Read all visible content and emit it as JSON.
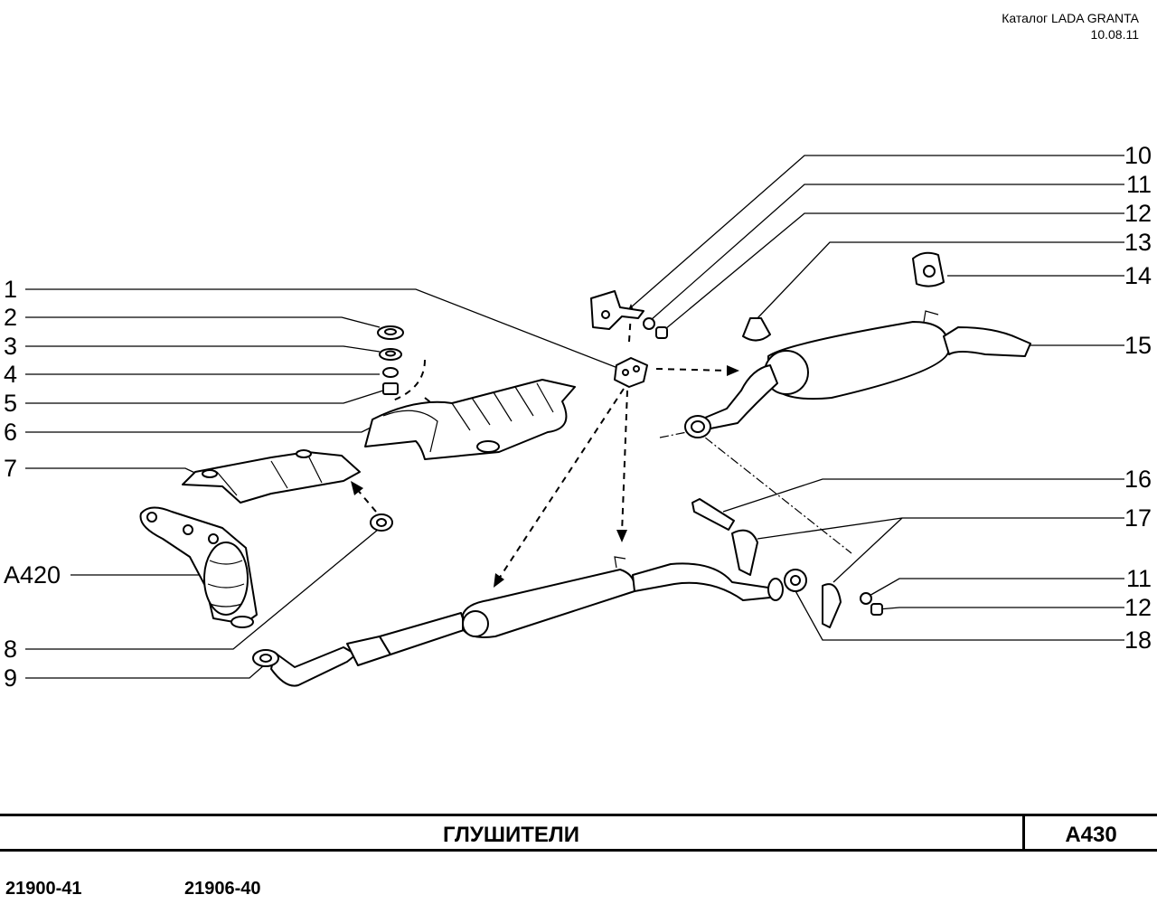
{
  "header": {
    "catalog": "Каталог LADA  GRANTA",
    "date": "10.08.11"
  },
  "callouts_left": [
    "1",
    "2",
    "3",
    "4",
    "5",
    "6",
    "7",
    "A420",
    "8",
    "9"
  ],
  "callouts_right": [
    "10",
    "11",
    "12",
    "13",
    "14",
    "15",
    "16",
    "17",
    "11",
    "12",
    "18"
  ],
  "titlebar": {
    "title": "ГЛУШИТЕЛИ",
    "code": "A430"
  },
  "models": [
    "21900-41",
    "21906-40"
  ]
}
